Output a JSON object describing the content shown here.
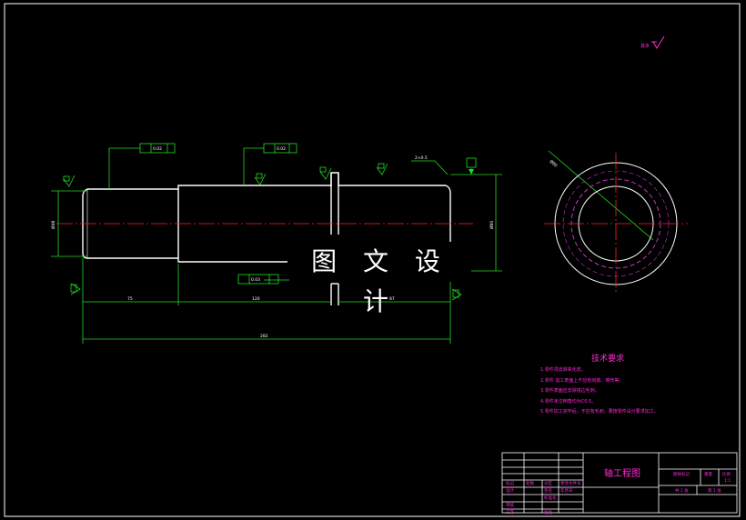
{
  "watermark": "图 文 设 计",
  "tech_requirements": {
    "title": "技术要求",
    "items": [
      "1.零件须去除氧化皮。",
      "2.零件 加工表面上不应有划痕、擦伤等。",
      "3.零件表面应去除锐边毛刺。",
      "4.零件未注倒角均为C0.5。",
      "5.零件加工完毕后，不应有毛刺，要按零件设计要求加工。"
    ]
  },
  "title_block": {
    "drawing_title": "轴工程图",
    "cells": [
      "图样标记",
      "重量",
      "比例",
      "1:1",
      "共 1 张",
      "第 1 张",
      "标记",
      "处数",
      "分区",
      "更改文件号",
      "签名",
      "年月日",
      "设计",
      "标准化",
      "审核",
      "工艺",
      "批准"
    ]
  },
  "roughness_note": "其余"
}
